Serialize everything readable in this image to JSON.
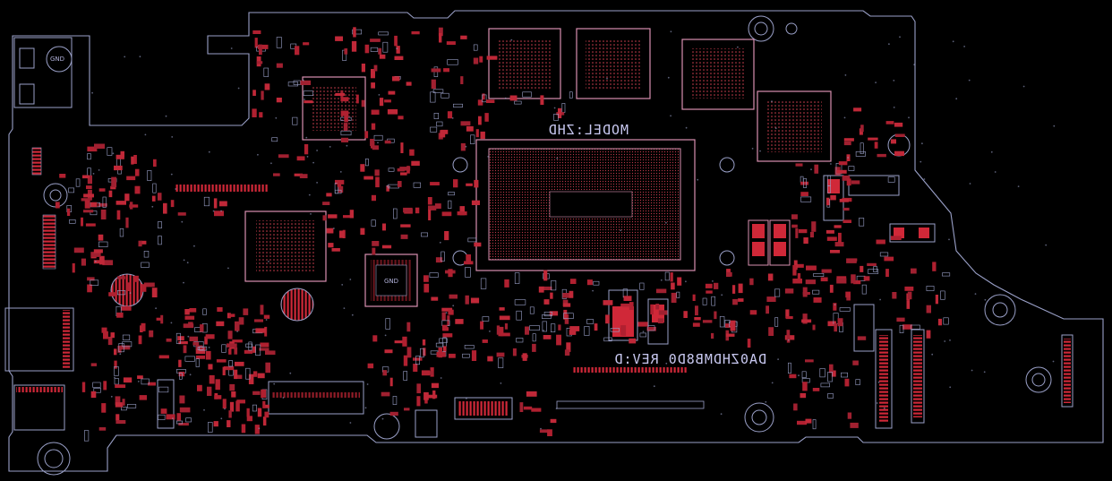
{
  "board": {
    "model_label": "MODEL:ZHD",
    "revision_label": "DA0ZHDMB8D0 REV:D",
    "chip_labels": [
      "GND",
      "GND"
    ]
  },
  "colors": {
    "background": "#000000",
    "outline": "#9aa0c8",
    "component": "#b02030",
    "pad": "#d02838",
    "silk": "#c8c8f0",
    "bga_outline": "#d890b0"
  },
  "icons": [
    "mounting-hole-icon",
    "bga-chip-icon",
    "connector-icon",
    "via-icon"
  ]
}
